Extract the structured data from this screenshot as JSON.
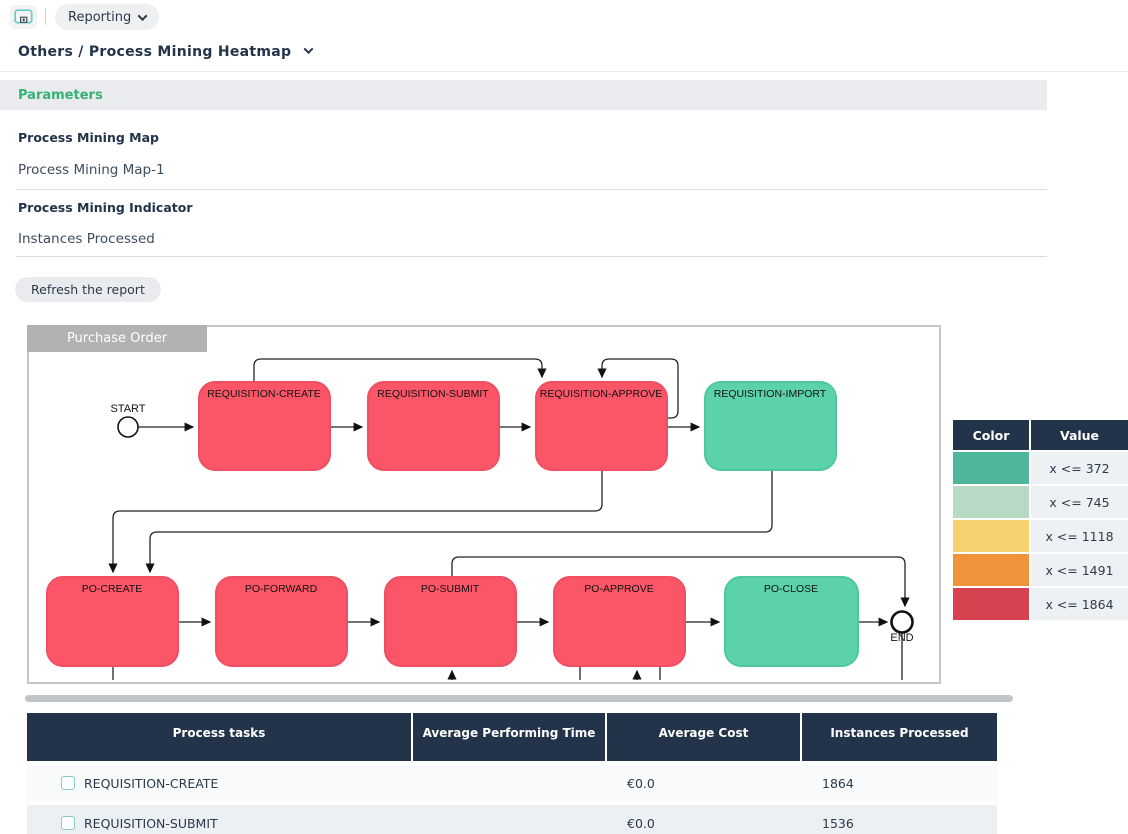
{
  "topbar": {
    "reporting_label": "Reporting"
  },
  "breadcrumb": "Others / Process Mining Heatmap",
  "parameters": {
    "title": "Parameters",
    "fields": [
      {
        "label": "Process Mining Map",
        "value": "Process Mining Map-1"
      },
      {
        "label": "Process Mining Indicator",
        "value": "Instances Processed"
      }
    ],
    "refresh_button": "Refresh the report"
  },
  "diagram": {
    "title": "Purchase Order",
    "start_label": "START",
    "end_label": "END",
    "node_colors": {
      "hot": "#fb5568",
      "hot_border": "#ef4f63",
      "cool": "#5cd2ab",
      "cool_border": "#4ec79e"
    },
    "nodes": [
      {
        "label": "REQUISITION-CREATE"
      },
      {
        "label": "REQUISITION-SUBMIT"
      },
      {
        "label": "REQUISITION-APPROVE"
      },
      {
        "label": "REQUISITION-IMPORT"
      },
      {
        "label": "PO-CREATE"
      },
      {
        "label": "PO-FORWARD"
      },
      {
        "label": "PO-SUBMIT"
      },
      {
        "label": "PO-APPROVE"
      },
      {
        "label": "PO-CLOSE"
      }
    ]
  },
  "legend": {
    "color_header": "Color",
    "value_header": "Value",
    "rows": [
      {
        "color": "#4fb69c",
        "value": "x <= 372"
      },
      {
        "color": "#b8d9c4",
        "value": "x <= 745"
      },
      {
        "color": "#f4d36e",
        "value": "x <= 1118"
      },
      {
        "color": "#f0933a",
        "value": "x <= 1491"
      },
      {
        "color": "#d6424f",
        "value": "x <= 1864"
      }
    ]
  },
  "table": {
    "headers": [
      "Process tasks",
      "Average Performing Time",
      "Average Cost",
      "Instances Processed"
    ],
    "rows": [
      {
        "task": "REQUISITION-CREATE",
        "avg_time": "",
        "avg_cost": "€0.0",
        "instances": "1864"
      },
      {
        "task": "REQUISITION-SUBMIT",
        "avg_time": "",
        "avg_cost": "€0.0",
        "instances": "1536"
      }
    ]
  }
}
